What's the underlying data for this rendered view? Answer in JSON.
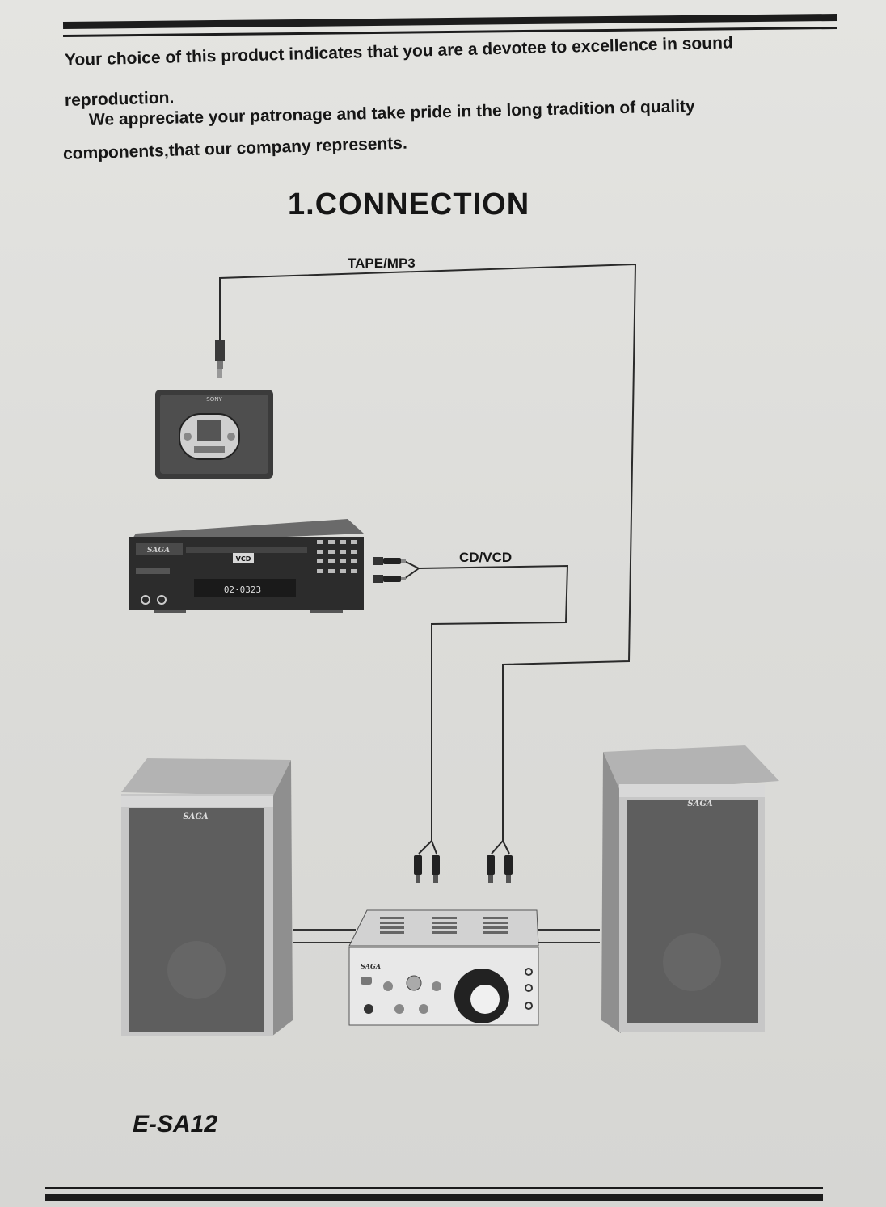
{
  "intro": {
    "line1": "Your choice of this product indicates that you are a devotee to excellence in sound",
    "line2": "reproduction.",
    "line3": "We appreciate your patronage and take pride in the long tradition of quality",
    "line4": "components,that our company represents."
  },
  "section": {
    "heading": "1.CONNECTION"
  },
  "diagram": {
    "tape_label": "TAPE/MP3",
    "cd_label": "CD/VCD",
    "player_brand": "SONY",
    "deck_brand": "SAGA",
    "deck_badge": "VCD",
    "deck_display": "02·0323",
    "amp_brand": "SAGA",
    "speaker_left_brand": "SAGA",
    "speaker_right_brand": "SAGA"
  },
  "model": "E-SA12"
}
